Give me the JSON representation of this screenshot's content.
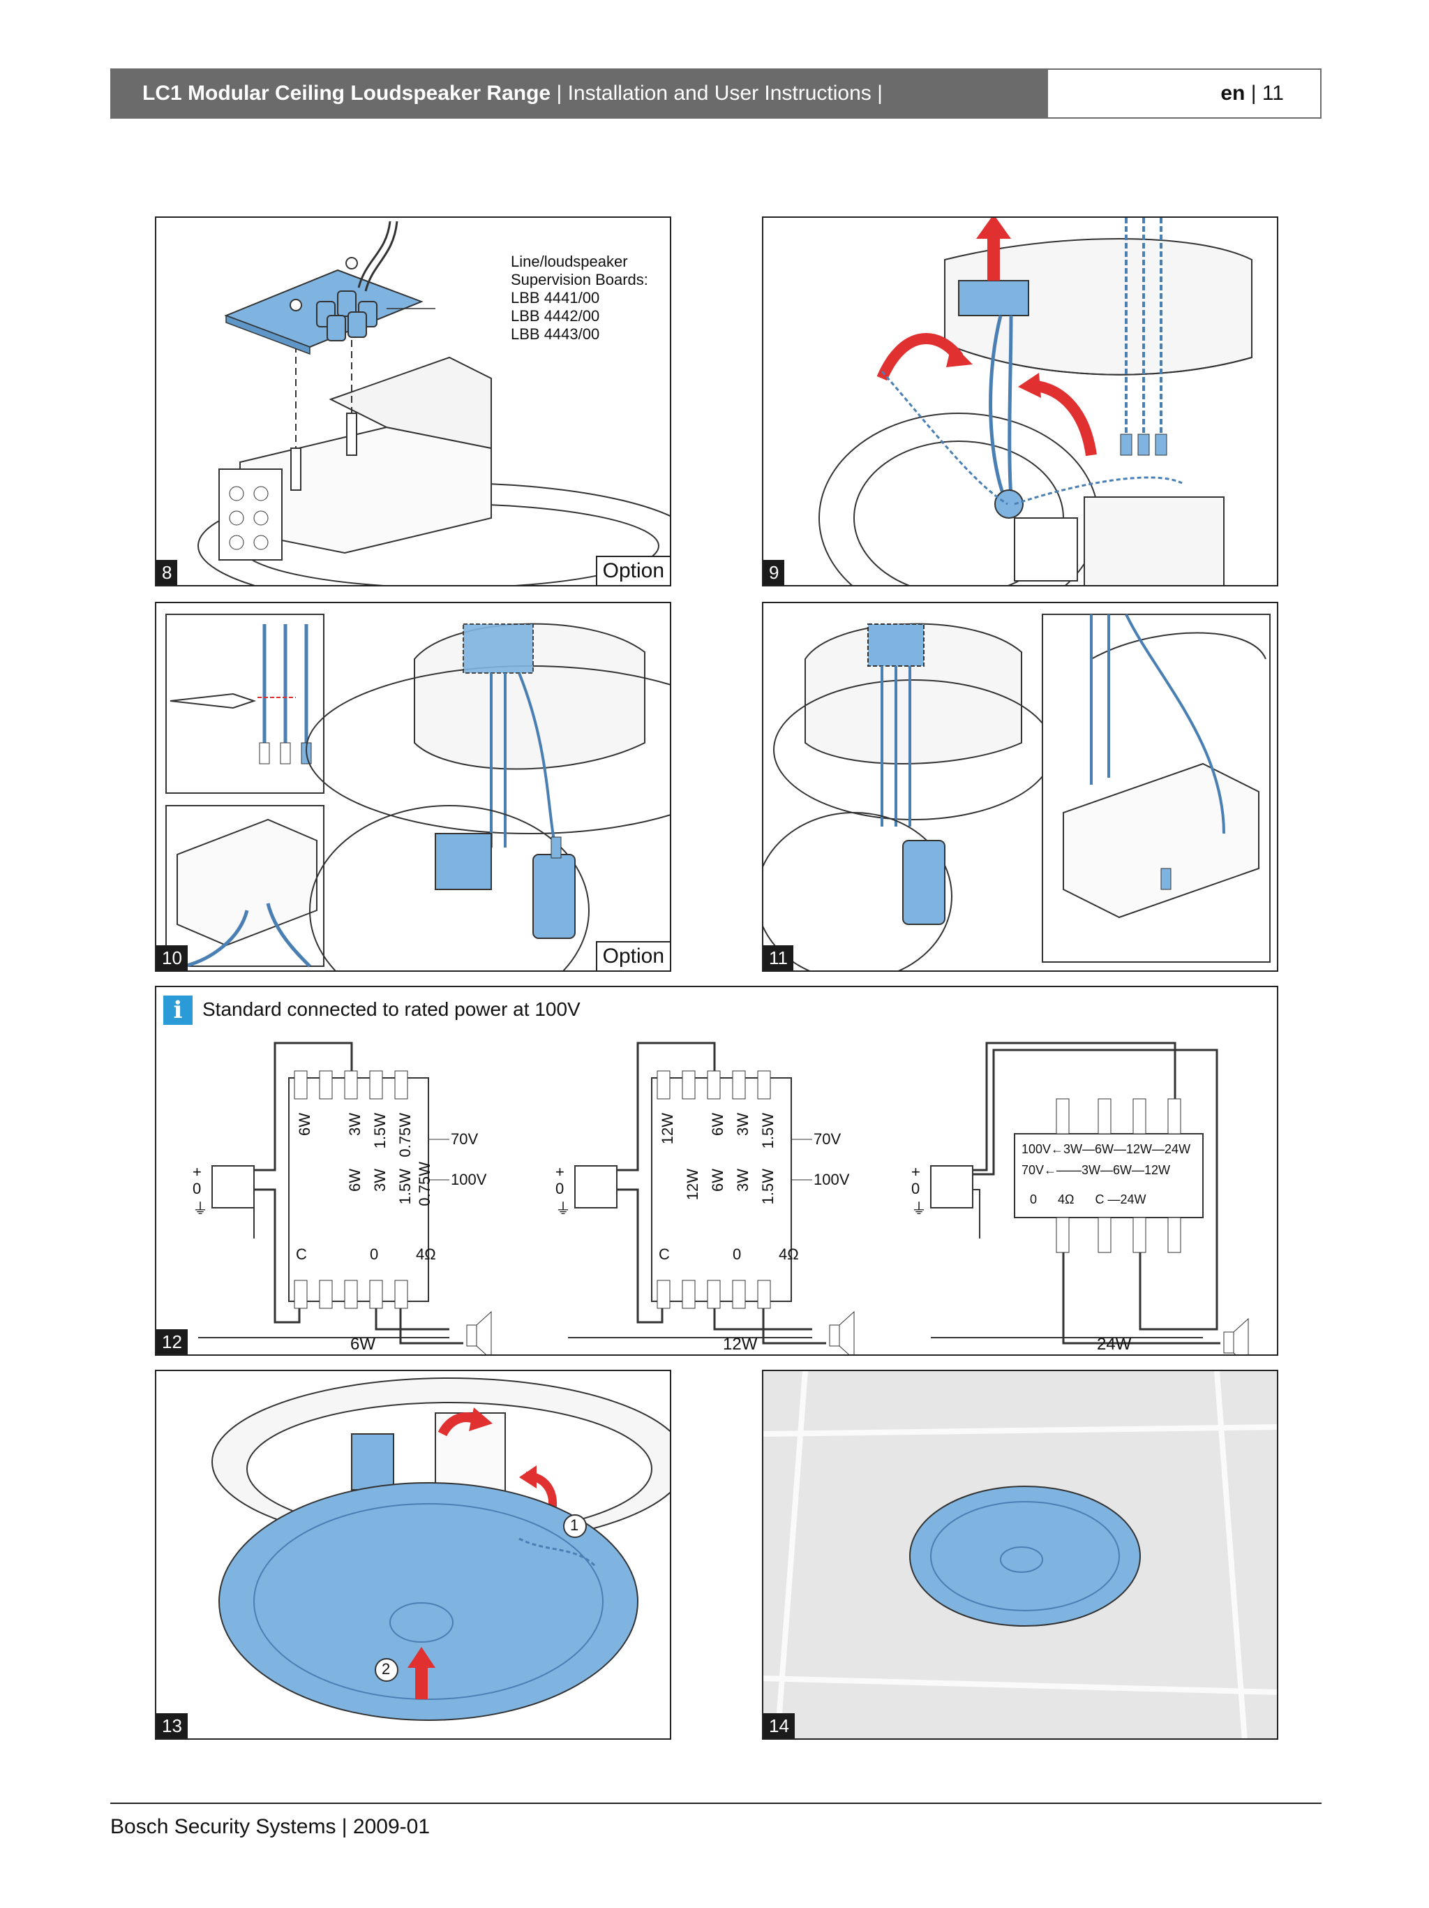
{
  "header": {
    "product": "LC1 Modular Ceiling Loudspeaker Range",
    "separator": "|",
    "section": "Installation and User Instructions |",
    "lang": "en",
    "page_sep": "|",
    "page": "11"
  },
  "panels": {
    "p8": {
      "num": "8",
      "option": "Option",
      "board_label": [
        "Line/loudspeaker",
        "Supervision Boards:",
        "LBB 4441/00",
        "LBB 4442/00",
        "LBB 4443/00"
      ]
    },
    "p9": {
      "num": "9"
    },
    "p10": {
      "num": "10",
      "option": "Option"
    },
    "p11": {
      "num": "11"
    },
    "p12": {
      "num": "12",
      "title": "Standard connected to rated power at 100V",
      "info_icon": "i",
      "left_labels": [
        "+",
        "0",
        "⏚"
      ],
      "d1": {
        "col_top": [
          "6W",
          "3W",
          "1.5W",
          "0.75W"
        ],
        "col_bot": [
          "6W",
          "3W",
          "1.5W",
          "0.75W"
        ],
        "v70": "70V",
        "v100": "100V",
        "c": "C",
        "zero": "0",
        "ohm": "4Ω",
        "watt": "6W"
      },
      "d2": {
        "col_top": [
          "12W",
          "6W",
          "3W",
          "1.5W"
        ],
        "col_bot": [
          "12W",
          "6W",
          "3W",
          "1.5W"
        ],
        "v70": "70V",
        "v100": "100V",
        "c": "C",
        "zero": "0",
        "ohm": "4Ω",
        "watt": "12W"
      },
      "d3": {
        "row1": "100V←3W—6W—12W—24W",
        "row2": "70V←——3W—6W—12W",
        "row3": "0      4Ω      C —24W",
        "watt": "24W"
      }
    },
    "p13": {
      "num": "13",
      "step1": "1",
      "step2": "2"
    },
    "p14": {
      "num": "14"
    }
  },
  "footer": {
    "text": "Bosch Security Systems | 2009-01"
  },
  "colors": {
    "header_bg": "#6b6b6b",
    "blue": "#7fb3e0",
    "red": "#e03030",
    "info": "#2b9bd8"
  }
}
